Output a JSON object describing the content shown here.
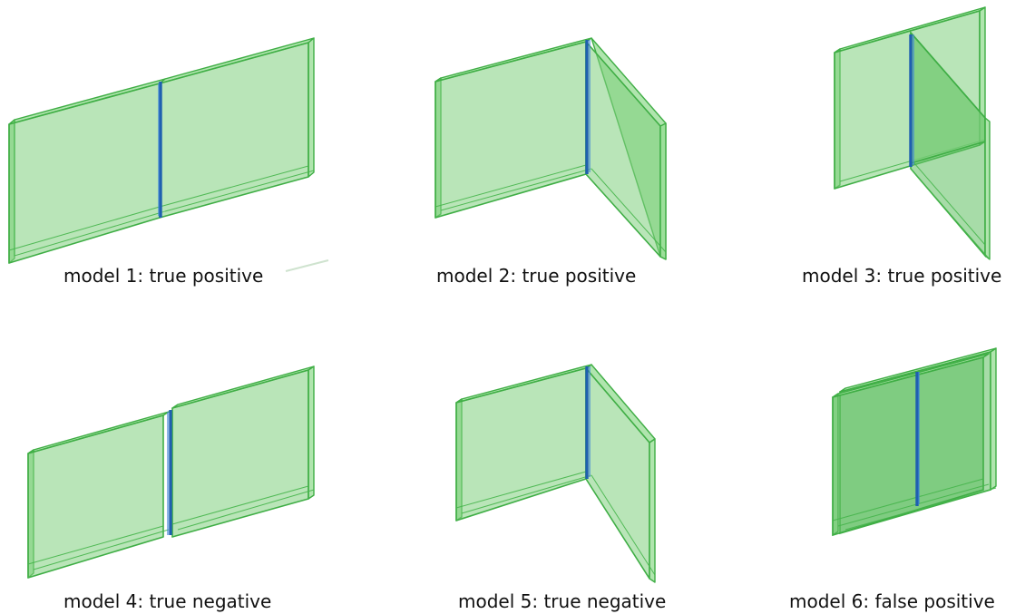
{
  "figure": {
    "models": [
      {
        "id": 1,
        "caption": "model 1: true positive"
      },
      {
        "id": 2,
        "caption": "model 2: true positive"
      },
      {
        "id": 3,
        "caption": "model 3: true positive"
      },
      {
        "id": 4,
        "caption": "model 4: true negative"
      },
      {
        "id": 5,
        "caption": "model 5: true negative"
      },
      {
        "id": 6,
        "caption": "model 6: false positive"
      }
    ],
    "colors": {
      "panel_fill": "#7fd07d",
      "panel_stroke": "#3fae45",
      "joint_line": "#1f5fb0",
      "text": "#111111",
      "background": "#ffffff"
    }
  }
}
